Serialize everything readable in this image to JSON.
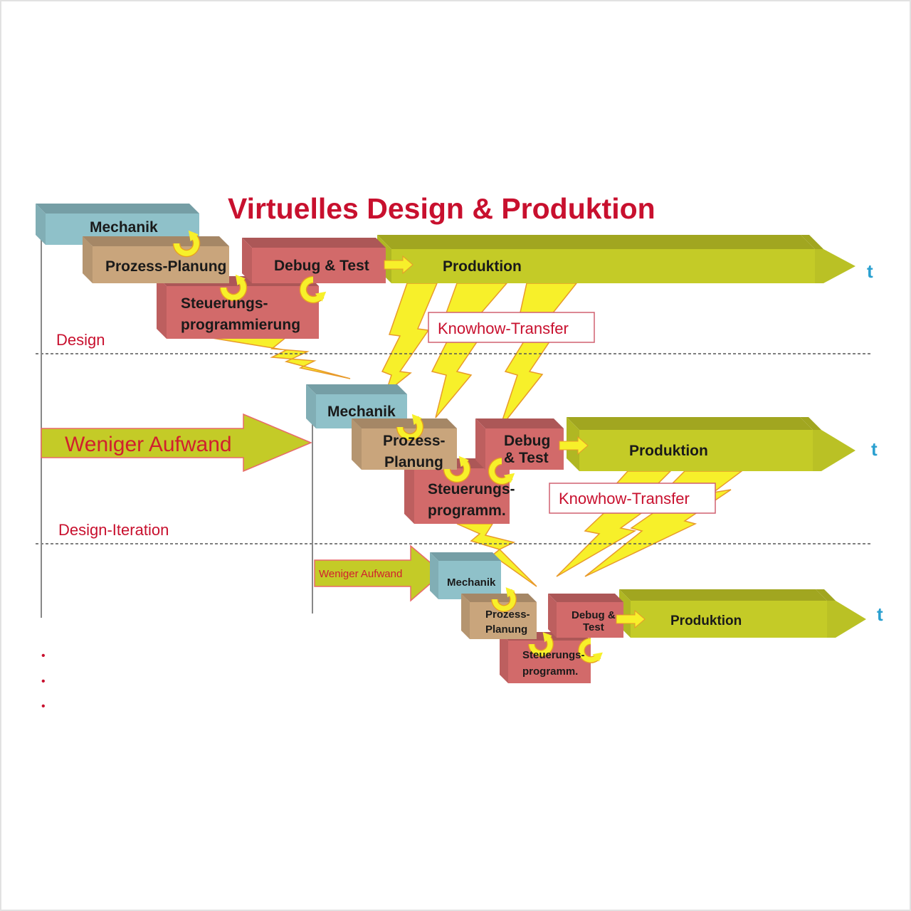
{
  "title": "Virtuelles Design & Produktion",
  "colors": {
    "title": "#c8102e",
    "teal": "#8fc1c9",
    "tan": "#c9a57c",
    "red": "#d26a6a",
    "olive": "#c4cb27",
    "bolt": "#f7f02a",
    "time": "#2aa0d0"
  },
  "row1": {
    "mechanik": "Mechanik",
    "prozess": "Prozess-Planung",
    "steuerung1": "Steuerungs-",
    "steuerung2": "programmierung",
    "debug": "Debug & Test",
    "produktion": "Produktion",
    "time": "t",
    "phase": "Design",
    "knowhow": "Knowhow-Transfer"
  },
  "row2": {
    "arrow": "Weniger Aufwand",
    "mechanik": "Mechanik",
    "prozess1": "Prozess-",
    "prozess2": "Planung",
    "steuerung1": "Steuerungs-",
    "steuerung2": "programm.",
    "debug1": "Debug",
    "debug2": "& Test",
    "produktion": "Produktion",
    "time": "t",
    "phase": "Design-Iteration",
    "knowhow": "Knowhow-Transfer"
  },
  "row3": {
    "arrow": "Weniger Aufwand",
    "mechanik": "Mechanik",
    "prozess1": "Prozess-",
    "prozess2": "Planung",
    "steuerung1": "Steuerungs-",
    "steuerung2": "programm.",
    "debug1": "Debug &",
    "debug2": "Test",
    "produktion": "Produktion",
    "time": "t"
  },
  "bullets": [
    "•",
    "•",
    "•"
  ]
}
